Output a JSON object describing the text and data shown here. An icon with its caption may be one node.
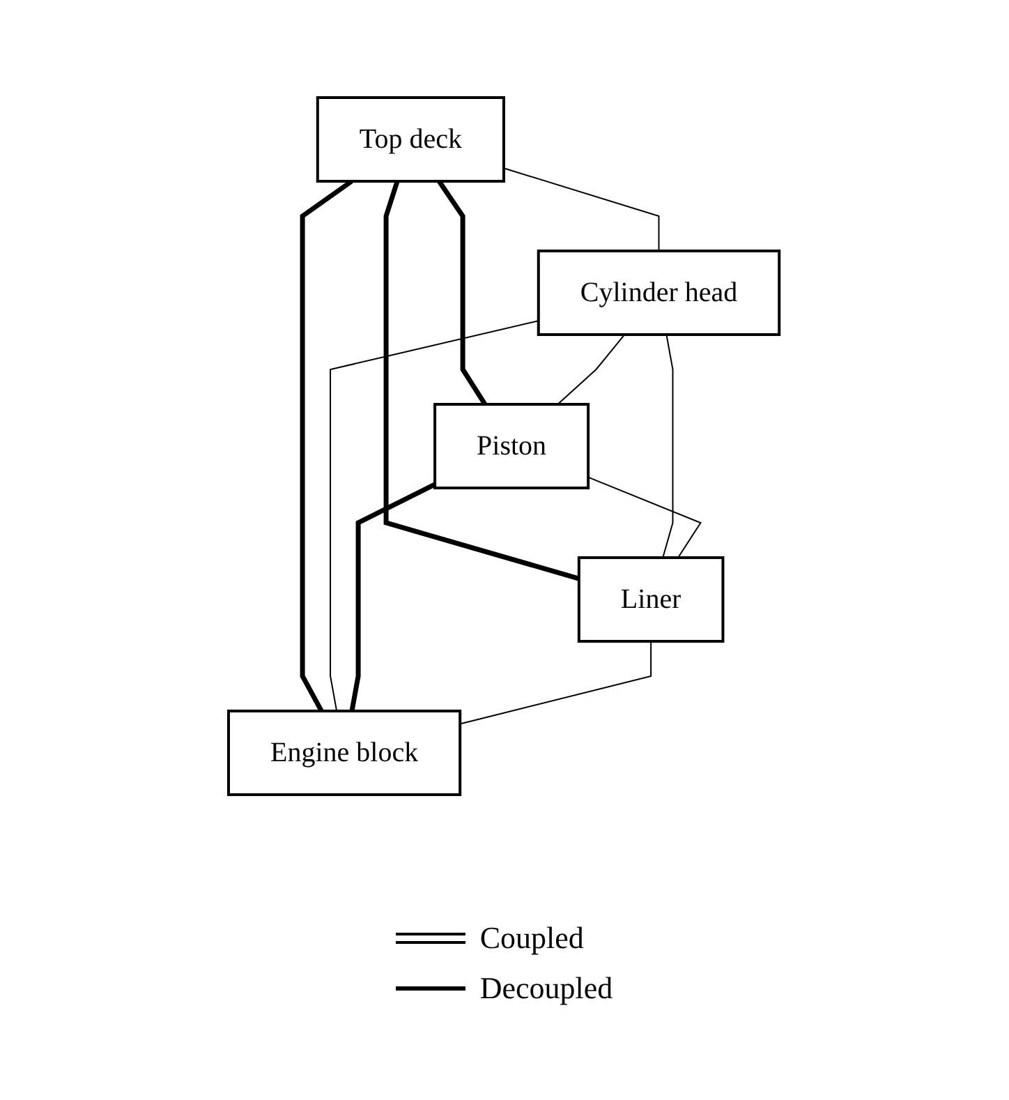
{
  "diagram": {
    "nodes": [
      {
        "text": [
          "Top deck"
        ]
      },
      {
        "text": [
          "Cylinder head"
        ]
      },
      {
        "text": [
          "Piston"
        ]
      },
      {
        "text": [
          "Liner"
        ]
      },
      {
        "text": [
          "Engine block"
        ]
      }
    ],
    "edges": [
      {
        "from": 0,
        "to": 2,
        "arrow": "none",
        "style": "thick"
      },
      {
        "from": 0,
        "to": 4,
        "arrow": "none",
        "style": "thick"
      },
      {
        "from": 0,
        "to": 1,
        "arrow": "none"
      },
      {
        "from": 0,
        "to": 3,
        "arrow": "none",
        "style": "thick"
      },
      {
        "from": 1,
        "to": 2,
        "arrow": "none"
      },
      {
        "from": 1,
        "to": 3,
        "arrow": "none"
      },
      {
        "from": 1,
        "to": 4,
        "arrow": "none"
      },
      {
        "from": 2,
        "to": 3,
        "arrow": "none"
      },
      {
        "from": 2,
        "to": 4,
        "arrow": "none",
        "style": "thick"
      },
      {
        "from": 3,
        "to": 4,
        "arrow": "none"
      }
    ],
    "legend": [
      {
        "text": "Coupled"
      },
      {
        "text": "Decoupled"
      }
    ]
  }
}
